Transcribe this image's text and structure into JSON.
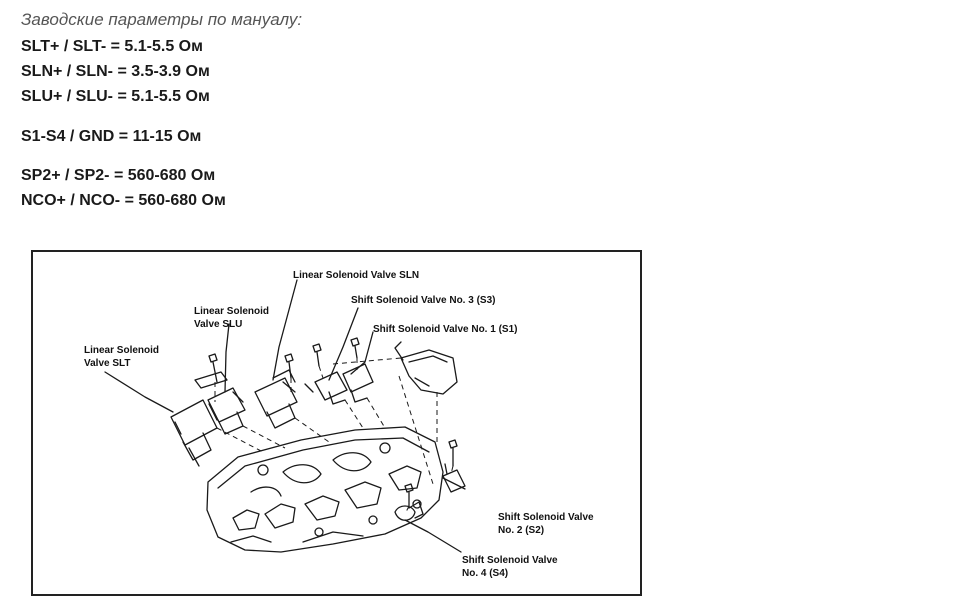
{
  "heading": "Заводские параметры по мануалу:",
  "specs": [
    "SLT+ / SLT- = 5.1-5.5 Ом",
    "SLN+ / SLN- = 3.5-3.9 Ом",
    "SLU+ / SLU- = 5.1-5.5 Ом",
    "S1-S4 / GND = 11-15 Ом",
    "SP2+ / SP2- = 560-680 Ом",
    "NCO+ / NCO- = 560-680 Ом"
  ],
  "diagram": {
    "labels": {
      "sln": "Linear Solenoid Valve SLN",
      "s3": "Shift Solenoid Valve No. 3 (S3)",
      "s1": "Shift Solenoid Valve No. 1 (S1)",
      "slu_line1": "Linear Solenoid",
      "slu_line2": "Valve SLU",
      "slt_line1": "Linear Solenoid",
      "slt_line2": "Valve SLT",
      "s2_line1": "Shift Solenoid Valve",
      "s2_line2": "No. 2 (S2)",
      "s4_line1": "Shift Solenoid Valve",
      "s4_line2": "No. 4 (S4)"
    }
  }
}
